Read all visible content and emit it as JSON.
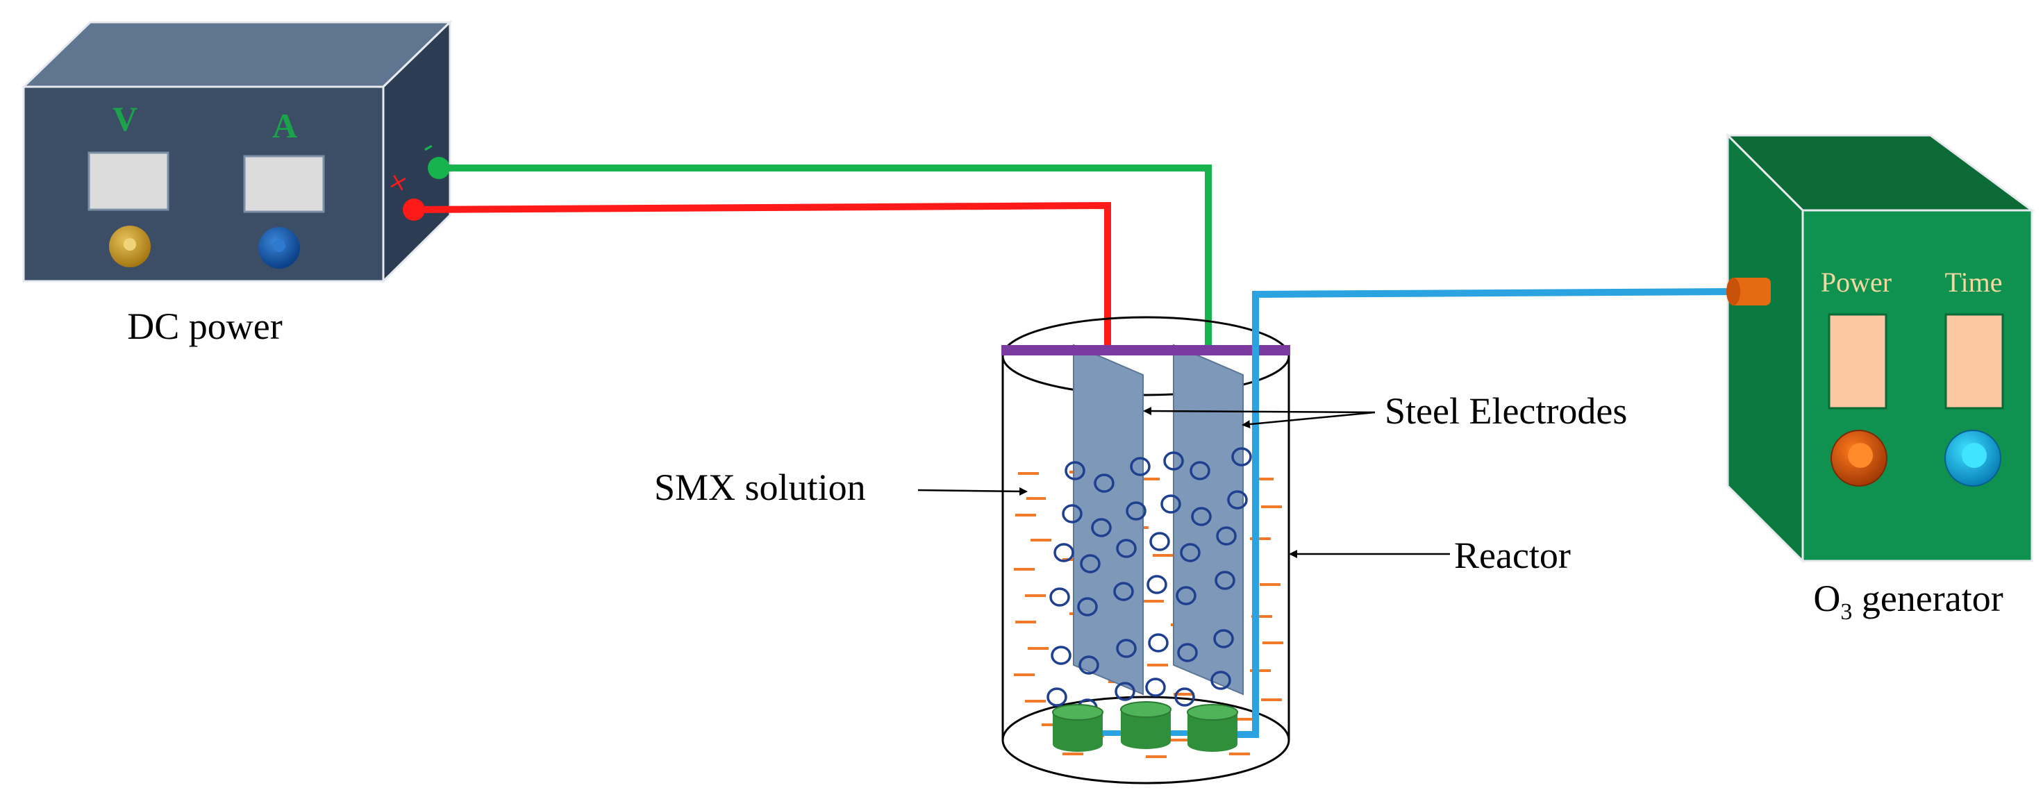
{
  "dc_power": {
    "label": "DC power",
    "meter_v": "V",
    "meter_a": "A",
    "minus_sign": "-",
    "plus_sign": "+"
  },
  "o3_generator": {
    "label_prefix": "O",
    "label_subscript": "3",
    "label_suffix": " generator",
    "power_label": "Power",
    "time_label": "Time"
  },
  "callouts": {
    "electrodes": "Steel Electrodes",
    "solution": "SMX solution",
    "reactor": "Reactor"
  },
  "colors": {
    "dc_front": "#3b4e66",
    "dc_top": "#5f7590",
    "dc_side": "#2c3c52",
    "meter_text": "#1aa34a",
    "gen_front": "#0f9150",
    "gen_top": "#0b6a35",
    "gen_side": "#0c7a40",
    "gen_text": "#f2d9a0",
    "wire_positive": "#ff1a1a",
    "wire_negative": "#16b34f",
    "ozone_line": "#2aa3e0",
    "lid_bar": "#7b3aa0",
    "electrode": "#7d98b8",
    "bubble": "#1f3f8f",
    "dash": "#f07a2a",
    "diffuser": "#2f8f3a"
  }
}
